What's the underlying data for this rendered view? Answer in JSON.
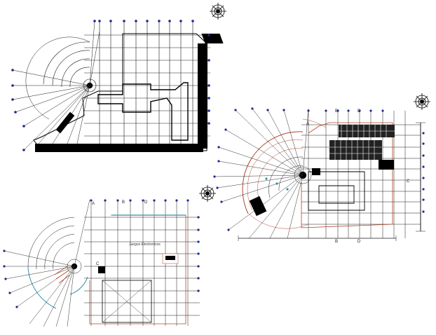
{
  "drawing": {
    "plans": [
      {
        "id": "plan-top-left",
        "axis_tags": [],
        "room_label": ""
      },
      {
        "id": "plan-right",
        "axis_tags": [
          "A",
          "B",
          "D",
          "C",
          "B",
          "D"
        ],
        "room_label": ""
      },
      {
        "id": "plan-bottom-left",
        "axis_tags": [
          "A",
          "B",
          "D",
          "C"
        ],
        "room_label": "Juegos Electronicos"
      }
    ],
    "north_arrows": 3
  },
  "colors": {
    "line": "#1a1a1a",
    "wall": "#000000",
    "axis_dot": "#1f2a8a",
    "accent_red": "#b5452a",
    "accent_cyan": "#2f8fa8"
  }
}
